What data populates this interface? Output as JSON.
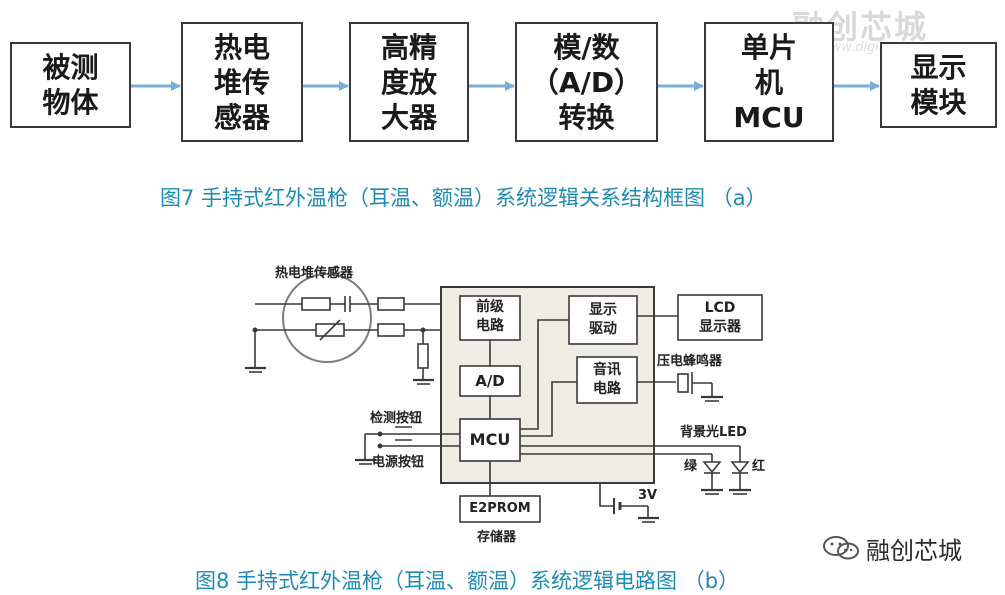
{
  "diagram_a": {
    "boxes": [
      {
        "id": "object",
        "label": "被测\n物体"
      },
      {
        "id": "thermopile",
        "label": "热电\n堆传\n感器"
      },
      {
        "id": "amplifier",
        "label": "高精\n度放\n大器"
      },
      {
        "id": "adc",
        "label": "模/数\n（A/D）\n转换"
      },
      {
        "id": "mcu",
        "label": "单片\n机\nMCU"
      },
      {
        "id": "display",
        "label": "显示\n模块"
      }
    ],
    "caption": "图7  手持式红外温枪（耳温、额温）系统逻辑关系结构框图 （a）"
  },
  "diagram_b": {
    "sensor_label": "热电堆传感器",
    "preamp": "前级\n电路",
    "adc": "A/D",
    "mcu": "MCU",
    "display_driver": "显示\n驱动",
    "audio": "音讯\n电路",
    "lcd": "LCD\n显示器",
    "buzzer": "压电蜂鸣器",
    "backlight": "背景光LED",
    "green": "绿",
    "red": "红",
    "detect_button": "检测按钮",
    "power_button": "电源按钮",
    "eeprom": "E2PROM",
    "storage": "存储器",
    "voltage": "3V",
    "caption": "图8  手持式红外温枪（耳温、额温）系统逻辑电路图 （b）"
  },
  "watermark": {
    "name": "融创芯城",
    "url": "www.digiic.com"
  },
  "wechat_label": "融创芯城",
  "colors": {
    "caption": "#1e8bb5",
    "arrow": "#7aaed6",
    "chip_fill": "#efece6",
    "line": "#3a3a3a"
  }
}
